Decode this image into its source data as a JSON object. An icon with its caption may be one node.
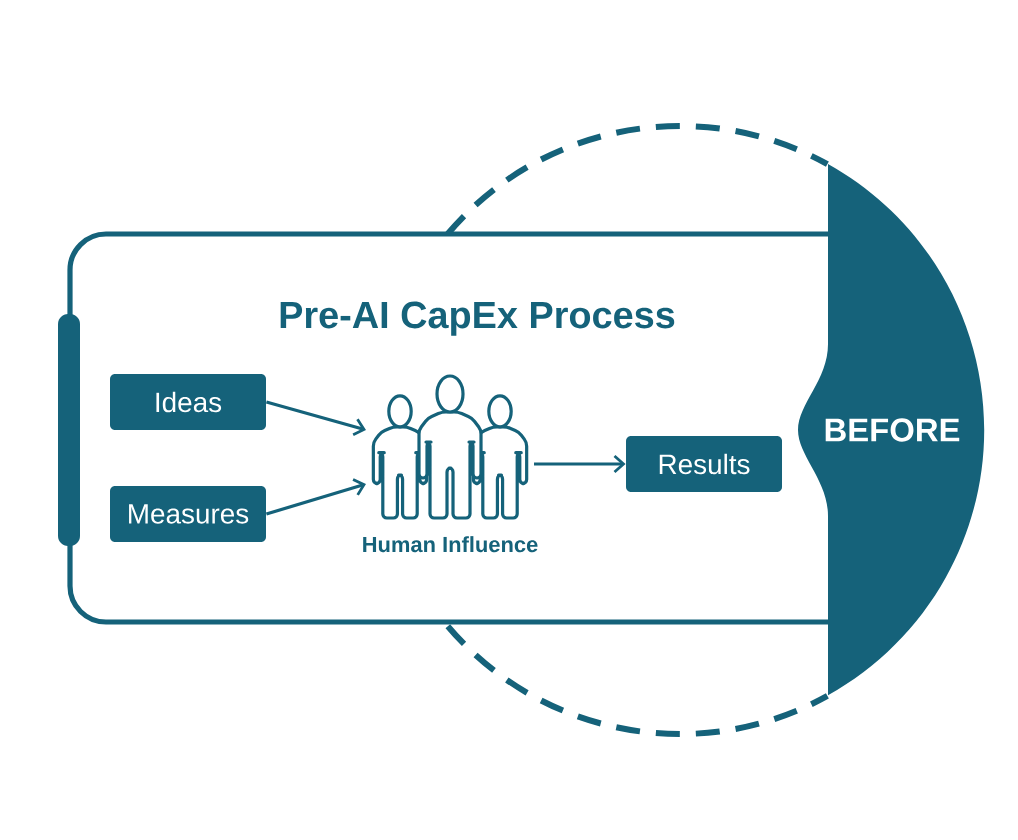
{
  "diagram": {
    "nodes": [
      {
        "text": [
          "Pre-AI CapEx Process"
        ]
      },
      {
        "text": [
          "Ideas"
        ],
        "in": 0
      },
      {
        "text": [
          "Measures"
        ],
        "in": 0
      },
      {
        "text": [],
        "shape": "person",
        "beside": [
          "Human Influence"
        ],
        "in": 0
      },
      {
        "text": [
          "Results"
        ],
        "in": 0
      },
      {
        "text": [
          "BEFORE"
        ]
      }
    ],
    "edges": [
      {
        "from": 1,
        "to": 3,
        "arrow": "to"
      },
      {
        "from": 2,
        "to": 3,
        "arrow": "to"
      },
      {
        "from": 3,
        "to": 4,
        "arrow": "to"
      }
    ]
  }
}
